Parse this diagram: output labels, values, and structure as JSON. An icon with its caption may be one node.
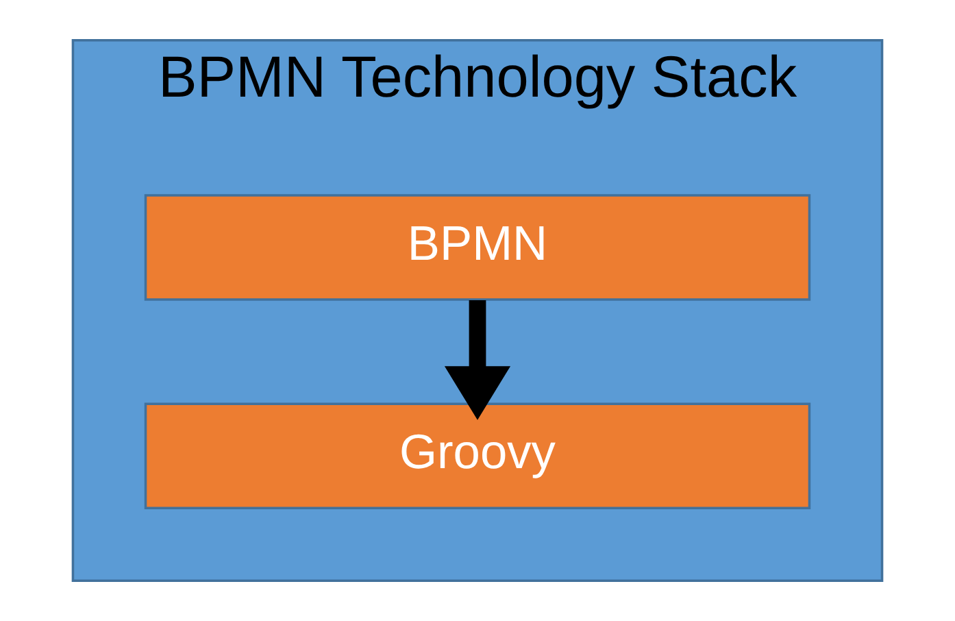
{
  "diagram": {
    "nodes": [
      {
        "text": [
          "BPMN Technology Stack"
        ]
      },
      {
        "text": [
          "BPMN"
        ],
        "in": 0
      },
      {
        "text": [
          "Groovy"
        ],
        "in": 0
      }
    ],
    "edges": [
      {
        "from": 1,
        "to": 2,
        "arrow": "to"
      }
    ]
  }
}
